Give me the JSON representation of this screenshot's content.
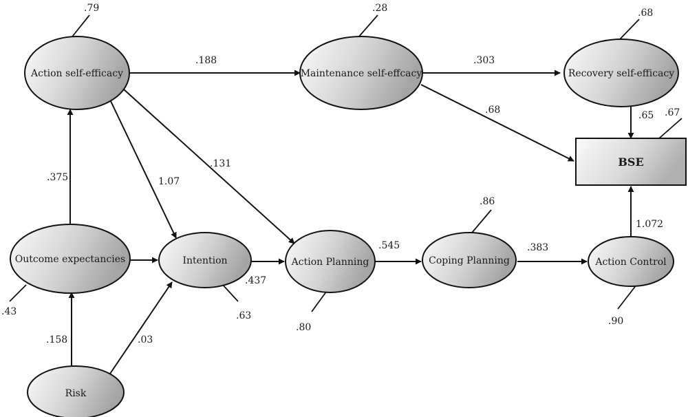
{
  "nodes": {
    "action_self_efficacy": {
      "label": "Action self-efficacy",
      "error": ".79"
    },
    "maintenance_self_efficacy": {
      "label": "Maintenance self-effcacy",
      "error": ".28"
    },
    "recovery_self_efficacy": {
      "label": "Recovery self-efficacy",
      "error": ".68"
    },
    "bse": {
      "label": "BSE",
      "error": ".67"
    },
    "outcome_expectancies": {
      "label": "Outcome expectancies",
      "error": ".43"
    },
    "intention": {
      "label": "Intention",
      "error": ".63"
    },
    "action_planning": {
      "label": "Action Planning",
      "error": ".80"
    },
    "coping_planning": {
      "label": "Coping Planning",
      "error": ".86"
    },
    "action_control": {
      "label": "Action Control",
      "error": ".90"
    },
    "risk": {
      "label": "Risk"
    }
  },
  "paths": {
    "ase_to_mse": ".188",
    "mse_to_rse": ".303",
    "mse_to_bse": ".68",
    "rse_to_bse": ".65",
    "oe_to_ase": ".375",
    "ase_to_intention": "1.07",
    "ase_to_action_planning": ".131",
    "intention_to_action_planning": ".437",
    "action_planning_to_coping_planning": ".545",
    "coping_planning_to_action_control": ".383",
    "action_control_to_bse": "1.072",
    "risk_to_oe": ".158",
    "risk_to_intention": ".03"
  },
  "colors": {
    "ellipse_light": "#fafafa",
    "ellipse_dark": "#a9a9a9",
    "stroke": "#111111"
  }
}
